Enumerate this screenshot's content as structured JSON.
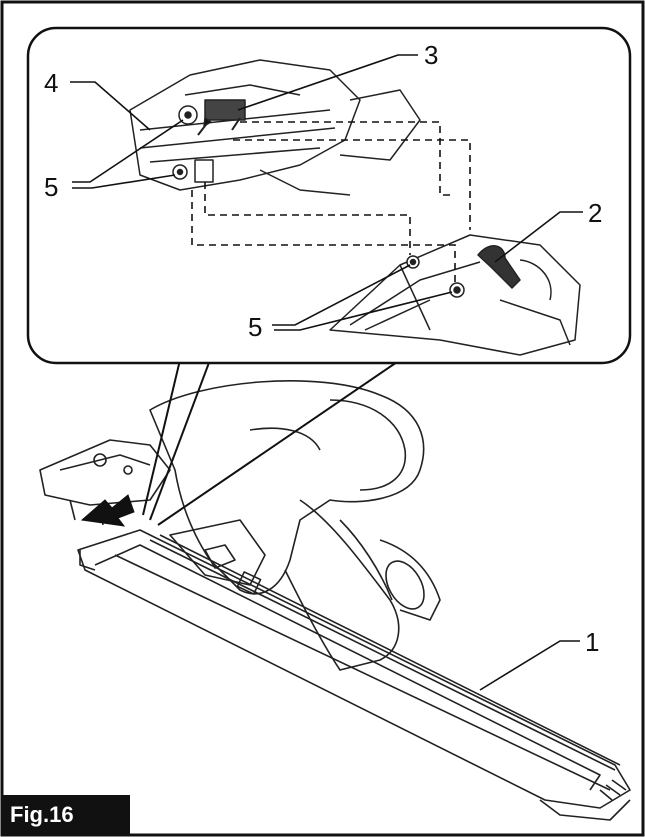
{
  "figure": {
    "label": "Fig.16"
  },
  "callouts": {
    "c1": "1",
    "c2": "2",
    "c3": "3",
    "c4": "4",
    "c5a": "5",
    "c5b": "5"
  }
}
